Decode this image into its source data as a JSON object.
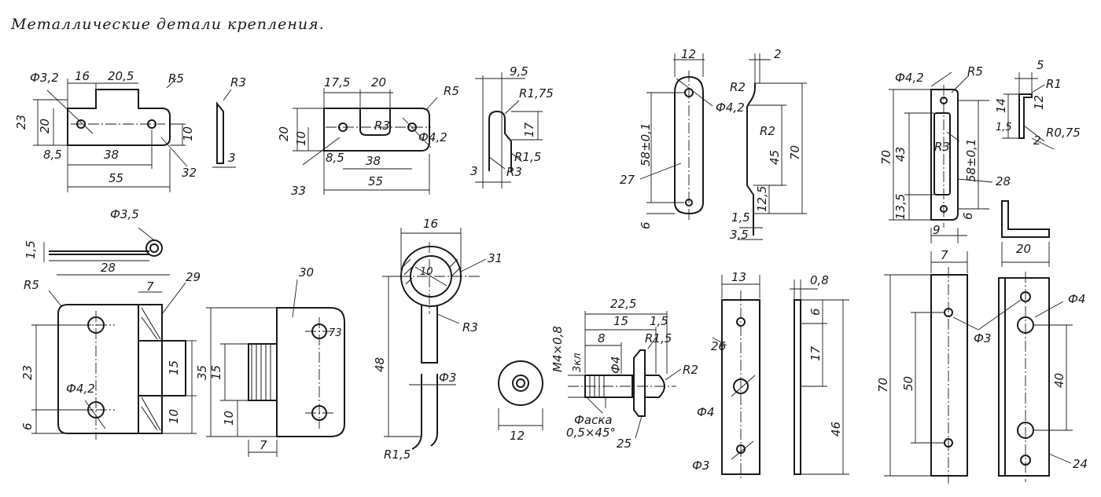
{
  "title": "Металлические детали крепления.",
  "labels": {
    "d32_dia": "Ф3,2",
    "d32_16": "16",
    "d32_205": "20,5",
    "d32_r5": "R5",
    "d32_23": "23",
    "d32_20": "20",
    "d32_10": "10",
    "d32_85": "8,5",
    "d32_38": "38",
    "d32_55": "55",
    "d32_part": "32",
    "d32_r3": "R3",
    "d32_3": "3",
    "d33_175": "17,5",
    "d33_20": "20",
    "d33_r5": "R5",
    "d33_20v": "20",
    "d33_10": "10",
    "d33_r3": "R3",
    "d33_dia": "Ф4,2",
    "d33_85": "8,5",
    "d33_38": "38",
    "d33_55": "55",
    "d33_part": "33",
    "d33_95": "9,5",
    "d33_r175": "R1,75",
    "d33_17": "17",
    "d33_r15": "R1,5",
    "d33_3": "3",
    "d33_r3b": "R3",
    "d27_12": "12",
    "d27_58": "58±0,1",
    "d27_dia": "Ф4,2",
    "d27_part": "27",
    "d27_6": "6",
    "d27_2": "2",
    "d27_r2a": "R2",
    "d27_r2b": "R2",
    "d27_45": "45",
    "d27_70": "70",
    "d27_125": "12,5",
    "d27_15": "1,5",
    "d27_35": "3,5",
    "d28_dia": "Ф4,2",
    "d28_r5": "R5",
    "d28_70": "70",
    "d28_43": "43",
    "d28_r3": "R3",
    "d28_58": "58±0,1",
    "d28_135": "13,5",
    "d28_6": "6",
    "d28_9": "9",
    "d28_part": "28",
    "d28_5": "5",
    "d28_r1": "R1",
    "d28_14": "14",
    "d28_12": "12",
    "d28_15": "1,5",
    "d28_2": "2",
    "d28_r075": "R0,75",
    "d29_15": "1,5",
    "d29_dia35": "Ф3,5",
    "d29_28": "28",
    "d29_r5": "R5",
    "d29_7": "7",
    "d29_part": "29",
    "d29_23": "23",
    "d29_dia42": "Ф4,2",
    "d29_15v": "15",
    "d29_6": "6",
    "d29_10": "10",
    "d30_part": "30",
    "d30_35": "35",
    "d30_15": "15",
    "d30_10": "10",
    "d30_73": "73",
    "d30_7": "7",
    "d31_16": "16",
    "d31_10": "10",
    "d31_part": "31",
    "d31_r3": "R3",
    "d31_48": "48",
    "d31_dia3": "Ф3",
    "d31_r15": "R1,5",
    "d25_12": "12",
    "d25_m4": "M4×0,8",
    "d25_3kl": "3кл",
    "d25_225": "22,5",
    "d25_15": "15",
    "d25_8": "8",
    "d25_15b": "1,5",
    "d25_r15": "R1,5",
    "d25_dia4": "Ф4",
    "d25_r2": "R2",
    "d25_faska": "Фаска",
    "d25_faska2": "0,5×45°",
    "d25_part": "25",
    "d26_13": "13",
    "d26_08": "0,8",
    "d26_part": "26",
    "d26_6": "6",
    "d26_17": "17",
    "d26_dia4": "Ф4",
    "d26_46": "46",
    "d26_dia3": "Ф3",
    "d24_20": "20",
    "d24_7": "7",
    "d24_70": "70",
    "d24_50": "50",
    "d24_dia3": "Ф3",
    "d24_dia4": "Ф4",
    "d24_40": "40",
    "d24_part": "24"
  }
}
